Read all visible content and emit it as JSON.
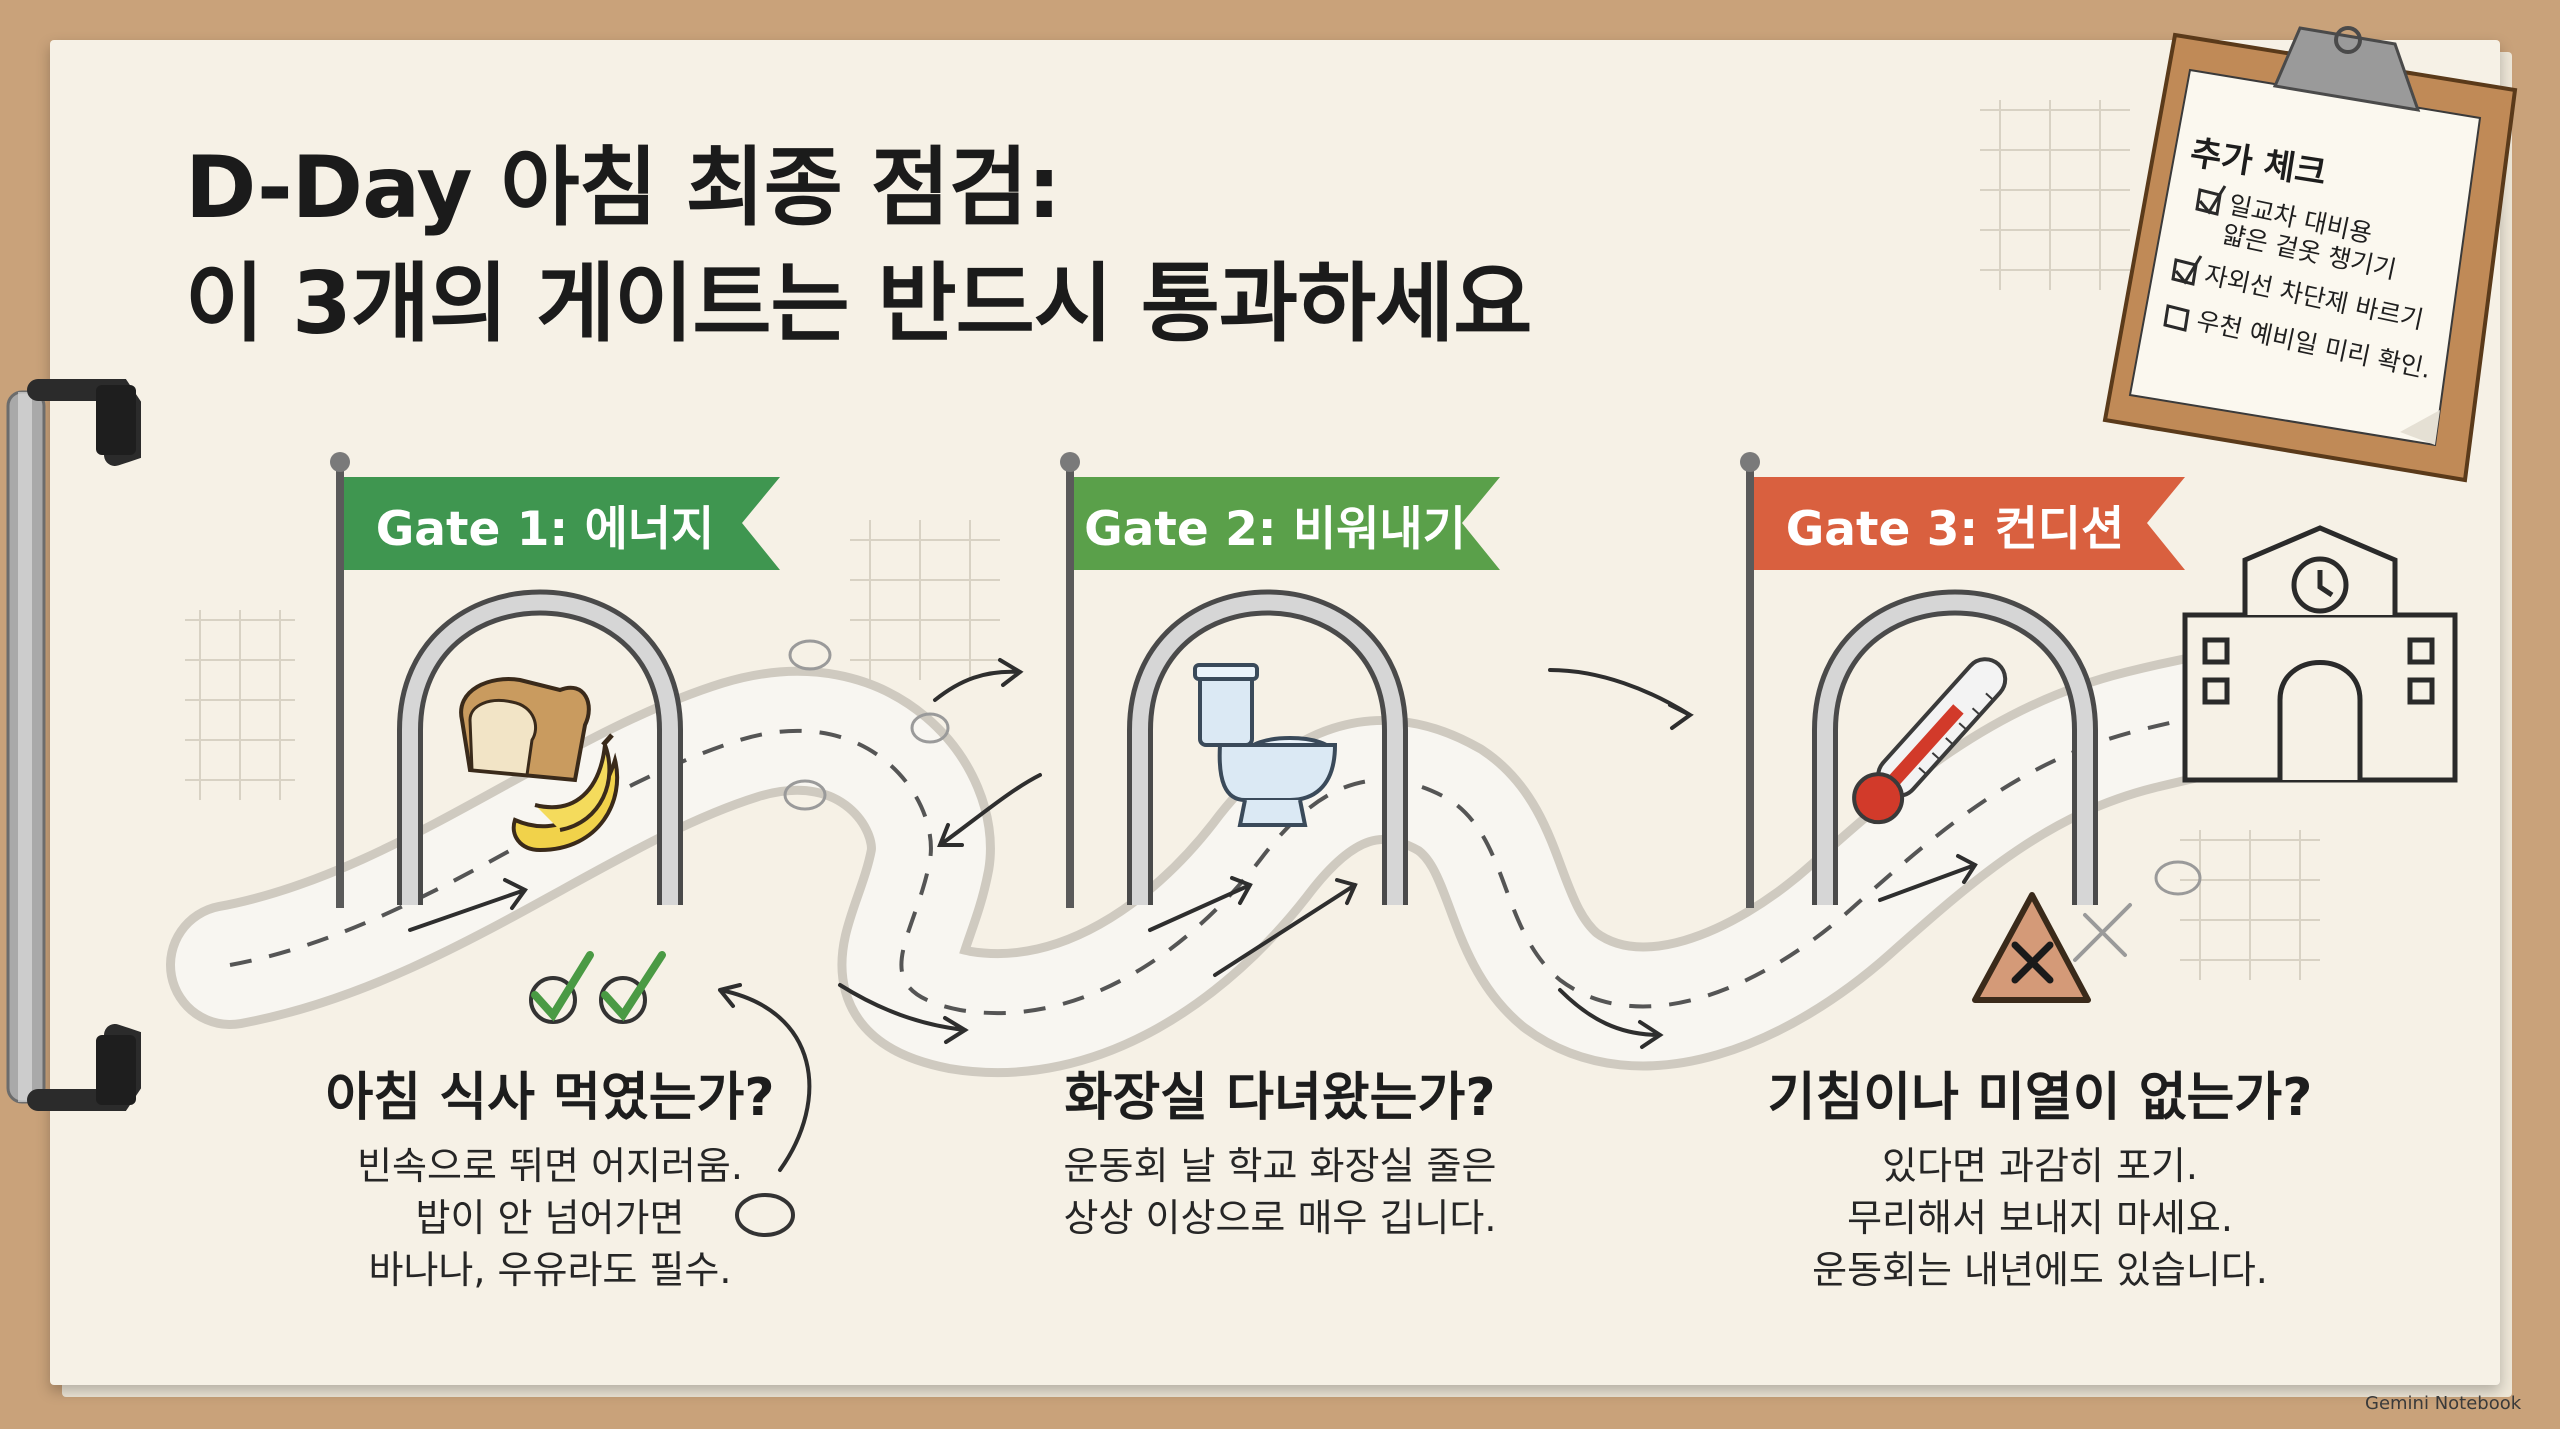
{
  "title": {
    "line1": "D-Day 아침 최종 점검:",
    "line2": "이 3개의 게이트는 반드시 통과하세요"
  },
  "gates": [
    {
      "label": "Gate 1: 에너지",
      "color": "#3f9650",
      "question": "아침 식사 먹였는가?",
      "desc": [
        "빈속으로 뛰면 어지러움.",
        "밥이 안 넘어가면",
        "바나나, 우유라도 필수."
      ],
      "icons": [
        "bread-icon",
        "banana-icon",
        "checkmark-icon"
      ]
    },
    {
      "label": "Gate 2: 비워내기",
      "color": "#5aa04a",
      "question": "화장실 다녀왔는가?",
      "desc": [
        "운동회 날 학교 화장실 줄은",
        "상상 이상으로 매우 깁니다."
      ],
      "icons": [
        "toilet-icon"
      ]
    },
    {
      "label": "Gate 3: 컨디션",
      "color": "#d9603f",
      "question": "기침이나 미열이 없는가?",
      "desc": [
        "있다면 과감히 포기.",
        "무리해서 보내지 마세요.",
        "운동회는 내년에도 있습니다."
      ],
      "icons": [
        "thermometer-icon",
        "warning-sign-icon"
      ]
    }
  ],
  "destination_icon": "school-building-icon",
  "clipboard": {
    "title": "추가 체크",
    "items": [
      {
        "text": "일교차 대비용",
        "text2": "얇은 겉옷 챙기기",
        "checked": true
      },
      {
        "text": "자외선 차단제 바르기",
        "checked": true
      },
      {
        "text": "우천 예비일 미리 확인.",
        "checked": false
      }
    ]
  },
  "watermark": "Gemini Notebook"
}
